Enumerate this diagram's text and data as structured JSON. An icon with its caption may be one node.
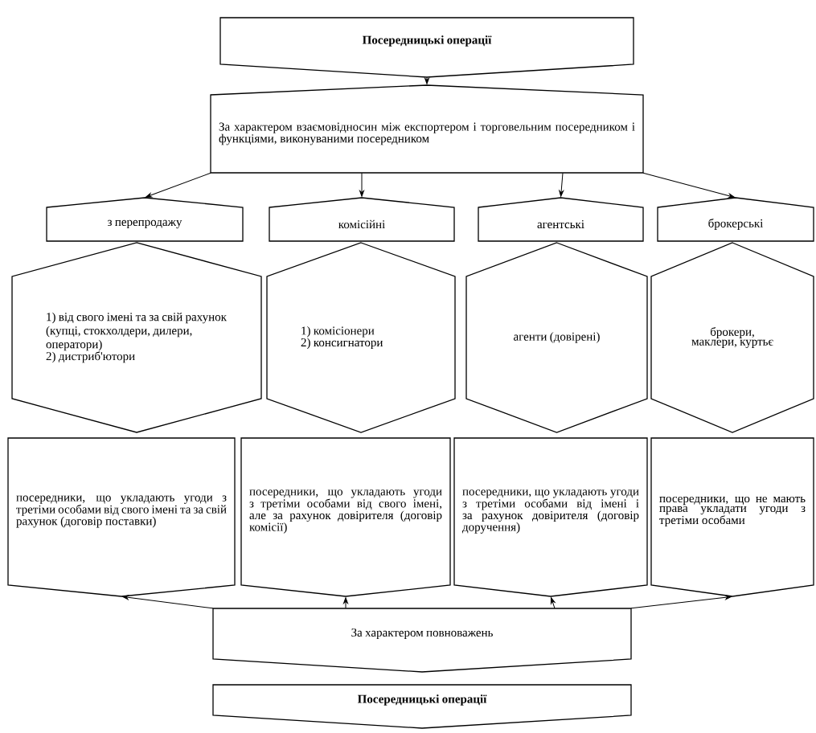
{
  "diagram": {
    "nodes": [
      {
        "text": [
          "Посередницькі операції"
        ]
      },
      {
        "text": [
          "За характером взаємовідносин між експортером і торговельним посередником і функціями, виконуваними посередником"
        ]
      },
      {
        "text": [
          "з перепродажу"
        ]
      },
      {
        "text": [
          "комісійні"
        ]
      },
      {
        "text": [
          "агентські"
        ]
      },
      {
        "text": [
          "брокерські"
        ]
      },
      {
        "text": [
          "1) від свого імені та за свій рахунок (купці, стокхолдери, дилери, оператори)",
          "2) дистриб'ютори"
        ]
      },
      {
        "text": [
          "1) комісіонери",
          "2) консигнатори"
        ]
      },
      {
        "text": [
          "агенти (довірені)"
        ]
      },
      {
        "text": [
          "брокери, маклери, куртьє"
        ]
      },
      {
        "text": [
          "посередники, що укладають угоди з третіми особами від свого імені та за свій рахунок (договір поставки)"
        ]
      },
      {
        "text": [
          "посередники, що укладають угоди з третіми особами від свого імені, але за рахунок довірителя (договір комісії)"
        ]
      },
      {
        "text": [
          "посередники, що укладають угоди з третіми особами від імені і за рахунок довірителя (договір доручення)"
        ]
      },
      {
        "text": [
          "посередники, що не мають права укладати угоди з третіми особами"
        ]
      },
      {
        "text": [
          "За характером повноважень"
        ]
      },
      {
        "text": [
          "Посередницькі операції"
        ]
      }
    ],
    "edges": [
      {
        "from": 0,
        "to": 1,
        "arrow": "to"
      },
      {
        "from": 1,
        "to": 2,
        "arrow": "to"
      },
      {
        "from": 1,
        "to": 3,
        "arrow": "to"
      },
      {
        "from": 1,
        "to": 4,
        "arrow": "to"
      },
      {
        "from": 1,
        "to": 5,
        "arrow": "to"
      },
      {
        "from": 14,
        "to": 10,
        "arrow": "to"
      },
      {
        "from": 14,
        "to": 11,
        "arrow": "to"
      },
      {
        "from": 14,
        "to": 12,
        "arrow": "to"
      },
      {
        "from": 14,
        "to": 13,
        "arrow": "to"
      }
    ]
  }
}
